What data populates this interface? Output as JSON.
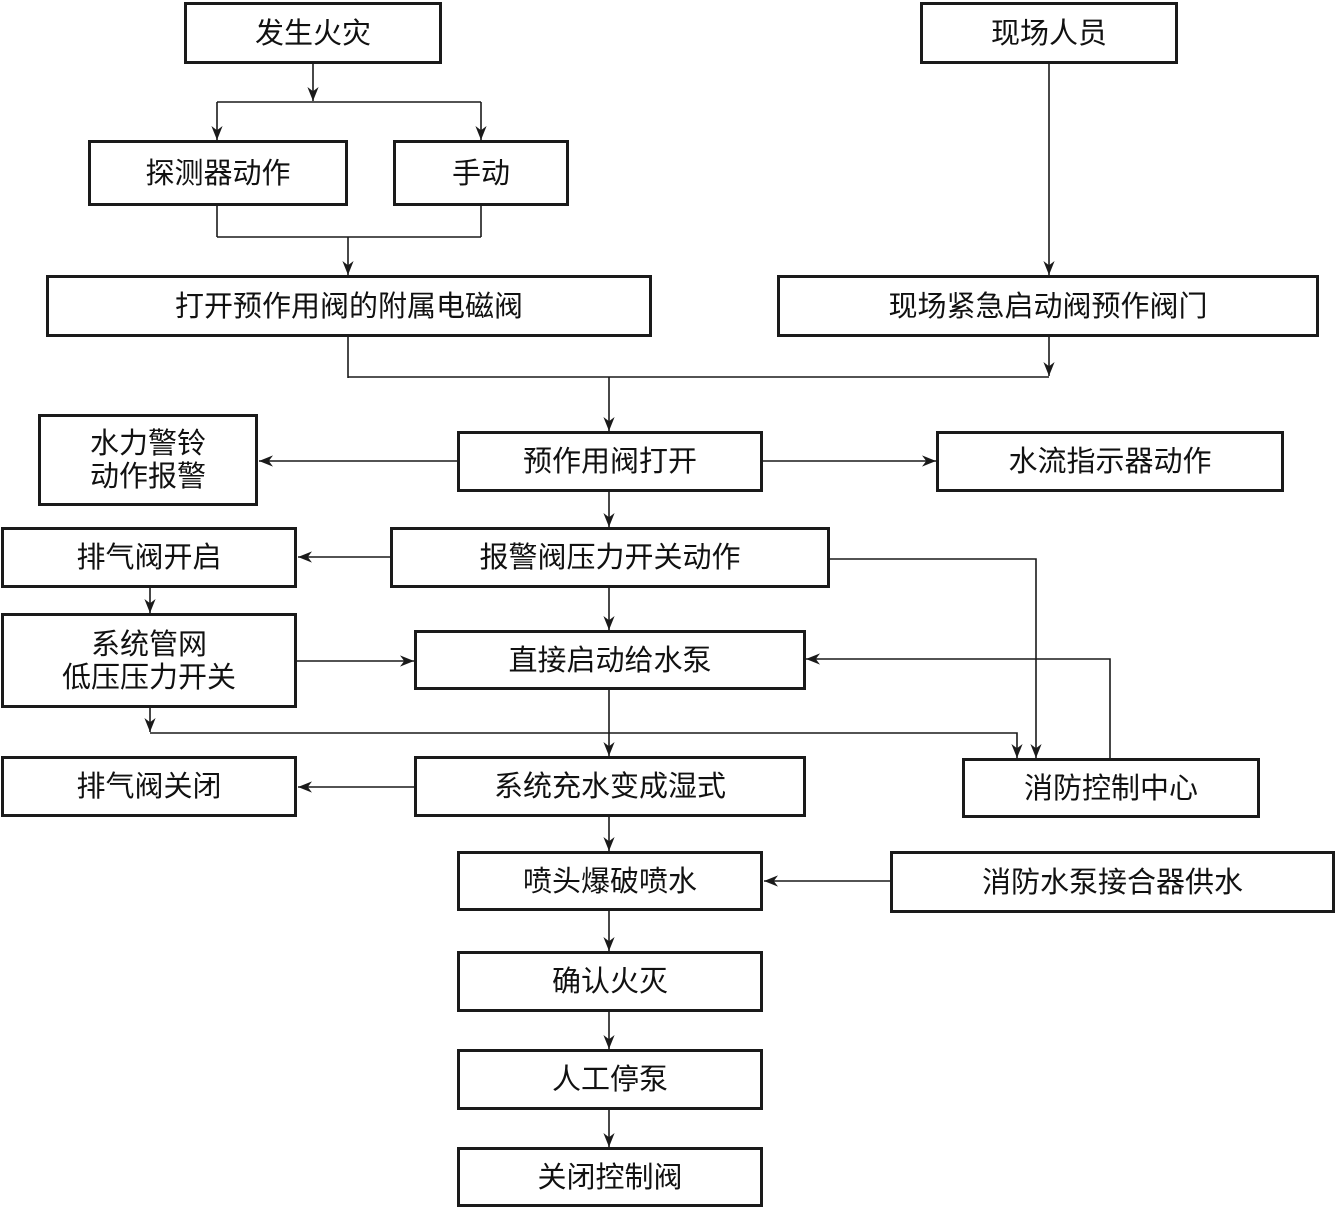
{
  "nodes": {
    "fire": "发生火灾",
    "onsite_staff": "现场人员",
    "detector": "探测器动作",
    "manual": "手动",
    "open_solenoid": "打开预作用阀的附属电磁阀",
    "onsite_emergency": "现场紧急启动阀预作阀门",
    "bell_line1": "水力警铃",
    "bell_line2": "动作报警",
    "valve_open": "预作用阀打开",
    "flow_indicator": "水流指示器动作",
    "vent_open": "排气阀开启",
    "alarm_switch": "报警阀压力开关动作",
    "pipe_line1": "系统管网",
    "pipe_line2": "低压压力开关",
    "start_pump": "直接启动给水泵",
    "vent_close": "排气阀关闭",
    "fill_wet": "系统充水变成湿式",
    "control_center": "消防控制中心",
    "sprinkler": "喷头爆破喷水",
    "connector": "消防水泵接合器供水",
    "confirm": "确认火灭",
    "stop_pump": "人工停泵",
    "close_valve": "关闭控制阀"
  }
}
